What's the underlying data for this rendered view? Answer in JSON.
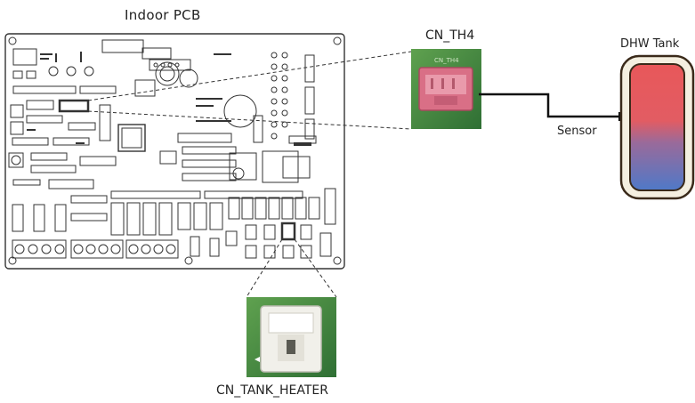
{
  "labels": {
    "pcb_title": "Indoor PCB",
    "cn_th4": "CN_TH4",
    "dhw_tank": "DHW Tank",
    "sensor": "Sensor",
    "cn_tank_heater": "CN_TANK_HEATER"
  },
  "colors": {
    "pcb_line": "#333333",
    "connector_pink": "#d96f86",
    "board_green": "#3f8a3c",
    "tank_red": "#e8585a",
    "tank_blue": "#4f79c8",
    "tank_outline": "#3a2a1a",
    "tank_cream": "#f4efe0"
  }
}
